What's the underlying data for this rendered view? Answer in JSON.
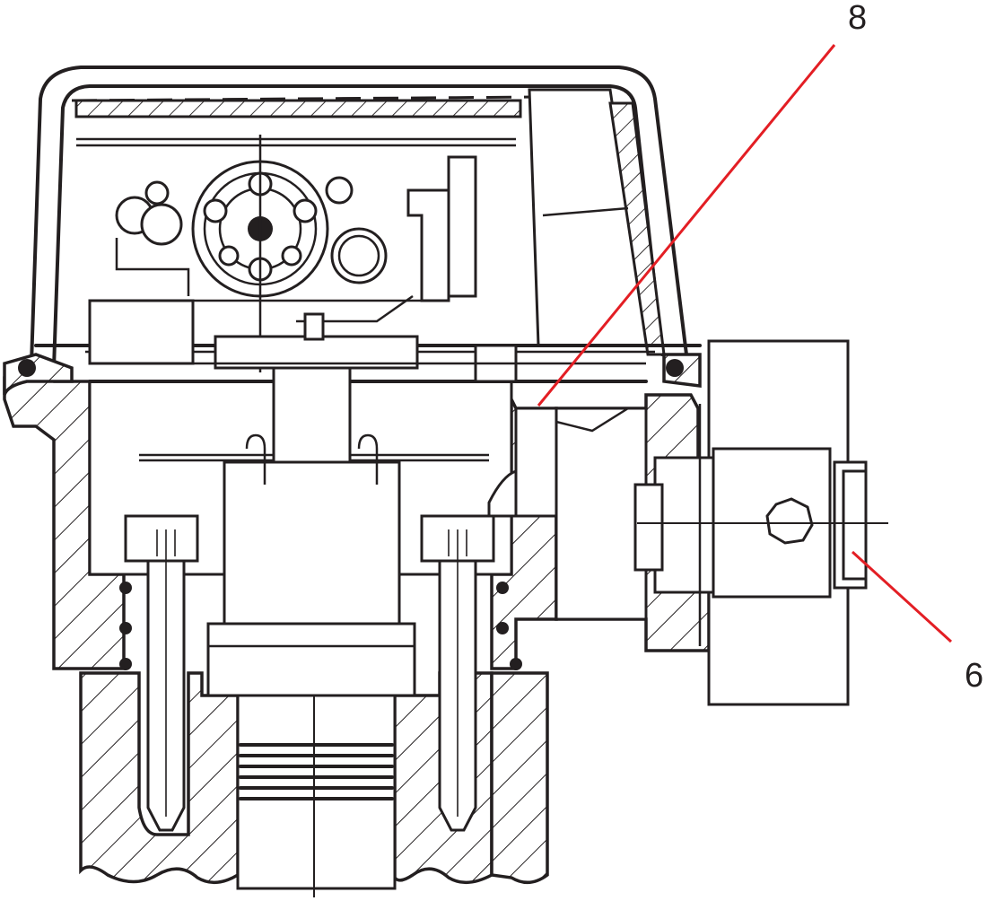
{
  "callouts": [
    {
      "id": "8",
      "label": "8"
    },
    {
      "id": "6",
      "label": "6"
    }
  ],
  "colors": {
    "line": "#231f20",
    "leader": "#e31e24",
    "background": "#ffffff"
  }
}
